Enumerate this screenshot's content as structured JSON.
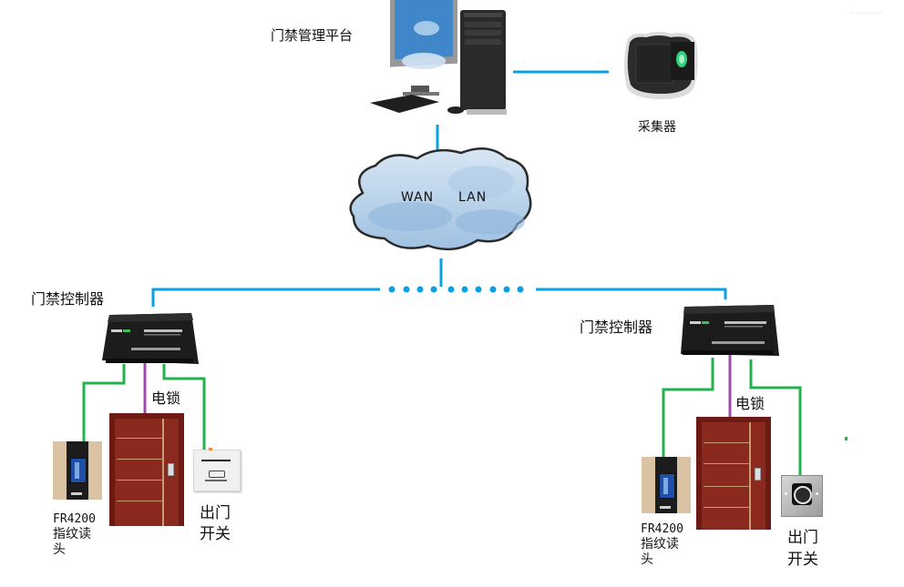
{
  "diagram": {
    "title": "门禁系统拓扑图",
    "colors": {
      "network_line": "#0aa0e6",
      "signal_line": "#22b24c",
      "lock_line": "#a04aae",
      "door": "#7b1e16",
      "cloud_fill": "#b9d3ea",
      "device_dark": "#1e1e1e"
    },
    "top": {
      "platform_label": "门禁管理平台",
      "platform_icon": "desktop-computer-icon",
      "enroller_label": "采集器",
      "enroller_icon": "fingerprint-enroller-icon"
    },
    "network": {
      "cloud_icon": "cloud-icon",
      "wan_label": "WAN",
      "lan_label": "LAN"
    },
    "sites": [
      {
        "controller_label": "门禁控制器",
        "lock_label": "电锁",
        "reader_label_line1": "FR4200",
        "reader_label_line2": "指纹读",
        "reader_label_line3": "头",
        "exit_label_line1": "出门",
        "exit_label_line2": "开关",
        "exit_switch_type": "key-switch"
      },
      {
        "controller_label": "门禁控制器",
        "lock_label": "电锁",
        "reader_label_line1": "FR4200",
        "reader_label_line2": "指纹读",
        "reader_label_line3": "头",
        "exit_label_line1": "出门",
        "exit_label_line2": "开关",
        "exit_switch_type": "touchless-switch"
      }
    ]
  }
}
